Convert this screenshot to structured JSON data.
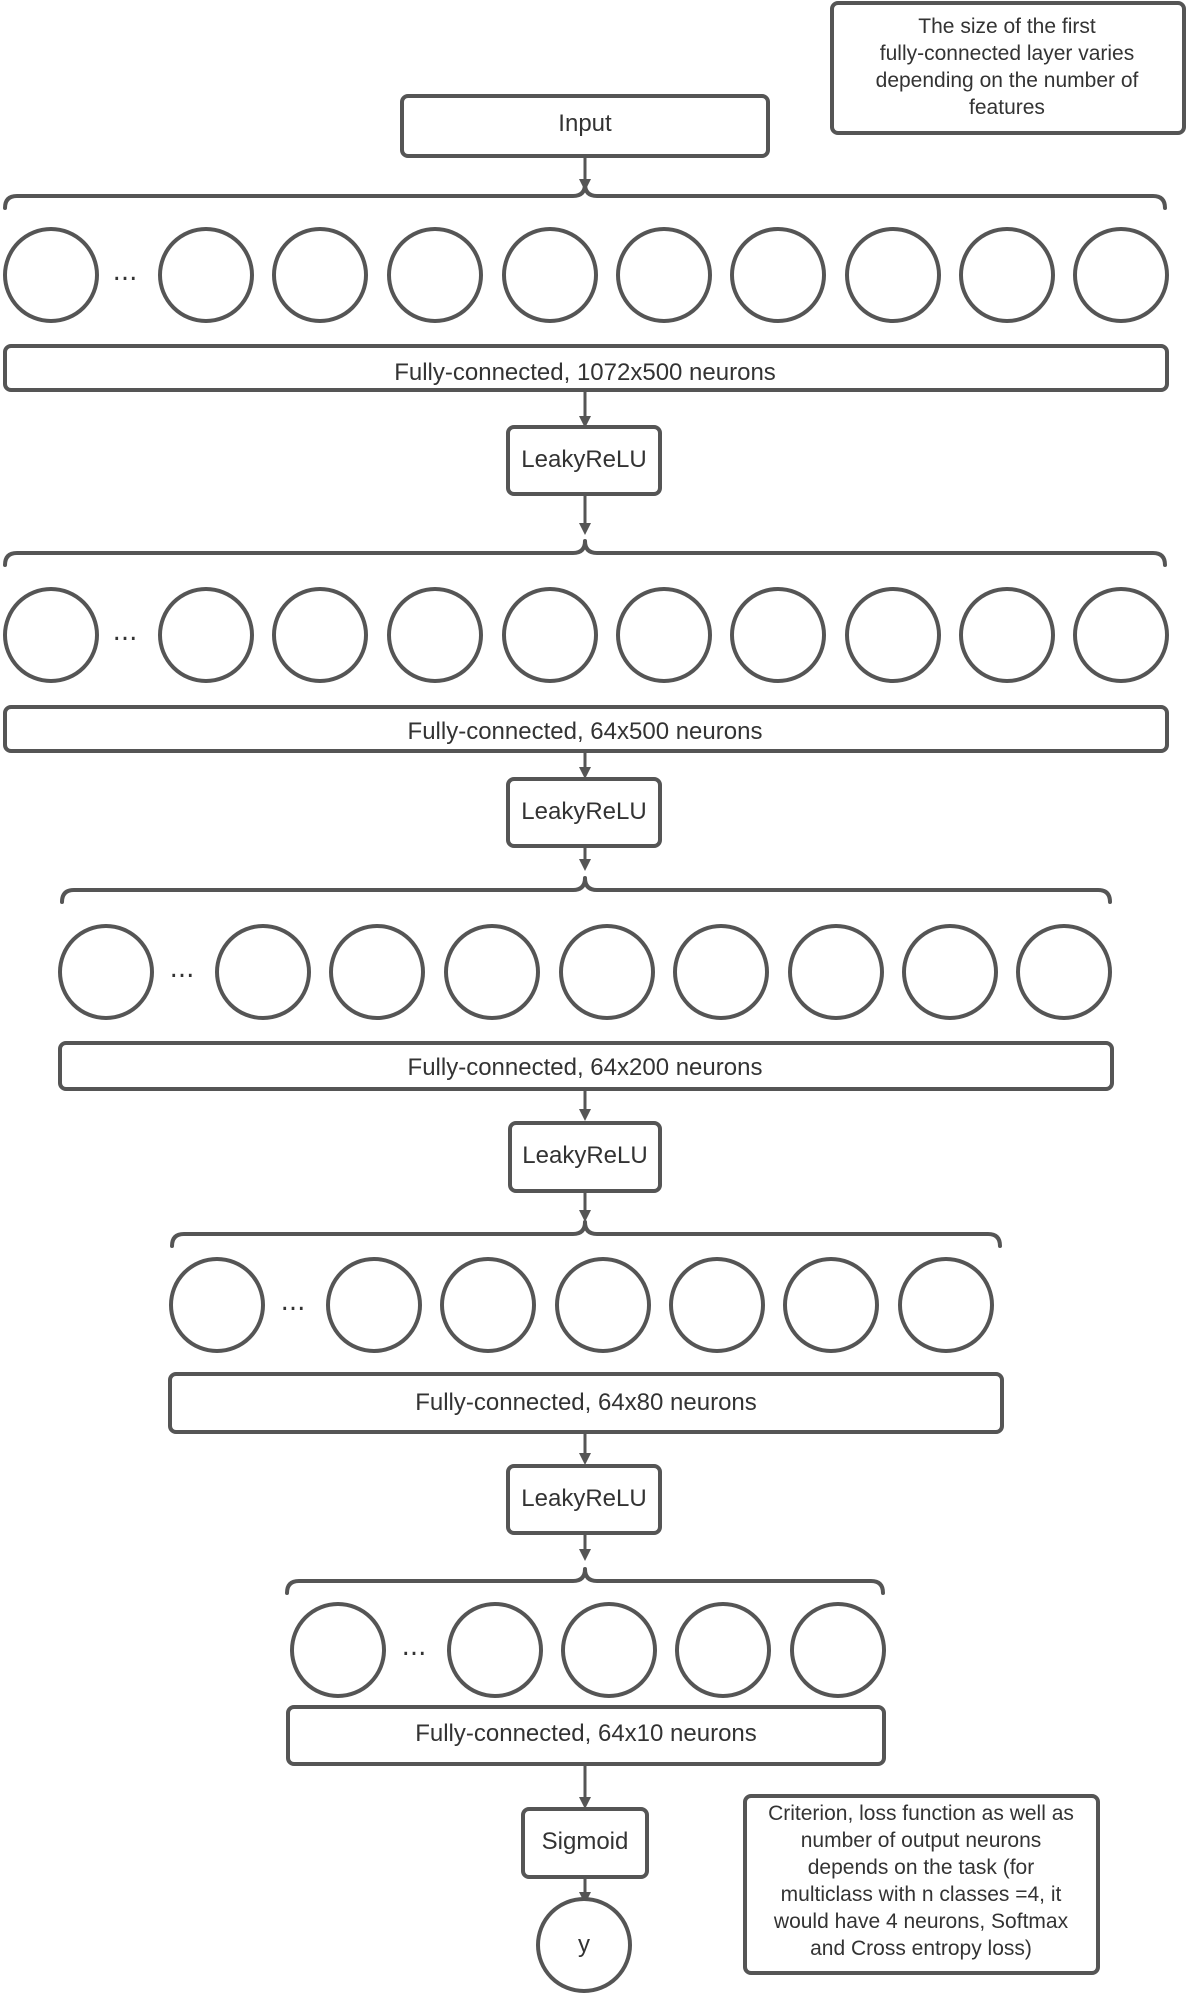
{
  "colors": {
    "stroke": "#555555",
    "text": "#333333",
    "background": "#ffffff"
  },
  "input": {
    "label": "Input"
  },
  "layers": [
    {
      "label": "Fully-connected, 1072x500 neurons",
      "ellipsis": "...",
      "activation": "LeakyReLU"
    },
    {
      "label": "Fully-connected, 64x500 neurons",
      "ellipsis": "...",
      "activation": "LeakyReLU"
    },
    {
      "label": "Fully-connected, 64x200 neurons",
      "ellipsis": "...",
      "activation": "LeakyReLU"
    },
    {
      "label": "Fully-connected, 64x80 neurons",
      "ellipsis": "...",
      "activation": "LeakyReLU"
    },
    {
      "label": "Fully-connected, 64x10 neurons",
      "ellipsis": "...",
      "activation": "Sigmoid"
    }
  ],
  "output": {
    "label": "y"
  },
  "notes": {
    "first_layer": [
      "The size of the first",
      "fully-connected layer varies",
      "depending on the number of",
      "features"
    ],
    "criterion": [
      "Criterion, loss function as well as",
      "number of output neurons",
      "depends on the task (for",
      "multiclass with n classes =4, it",
      "would have 4 neurons, Softmax",
      "and Cross entropy loss)"
    ]
  }
}
